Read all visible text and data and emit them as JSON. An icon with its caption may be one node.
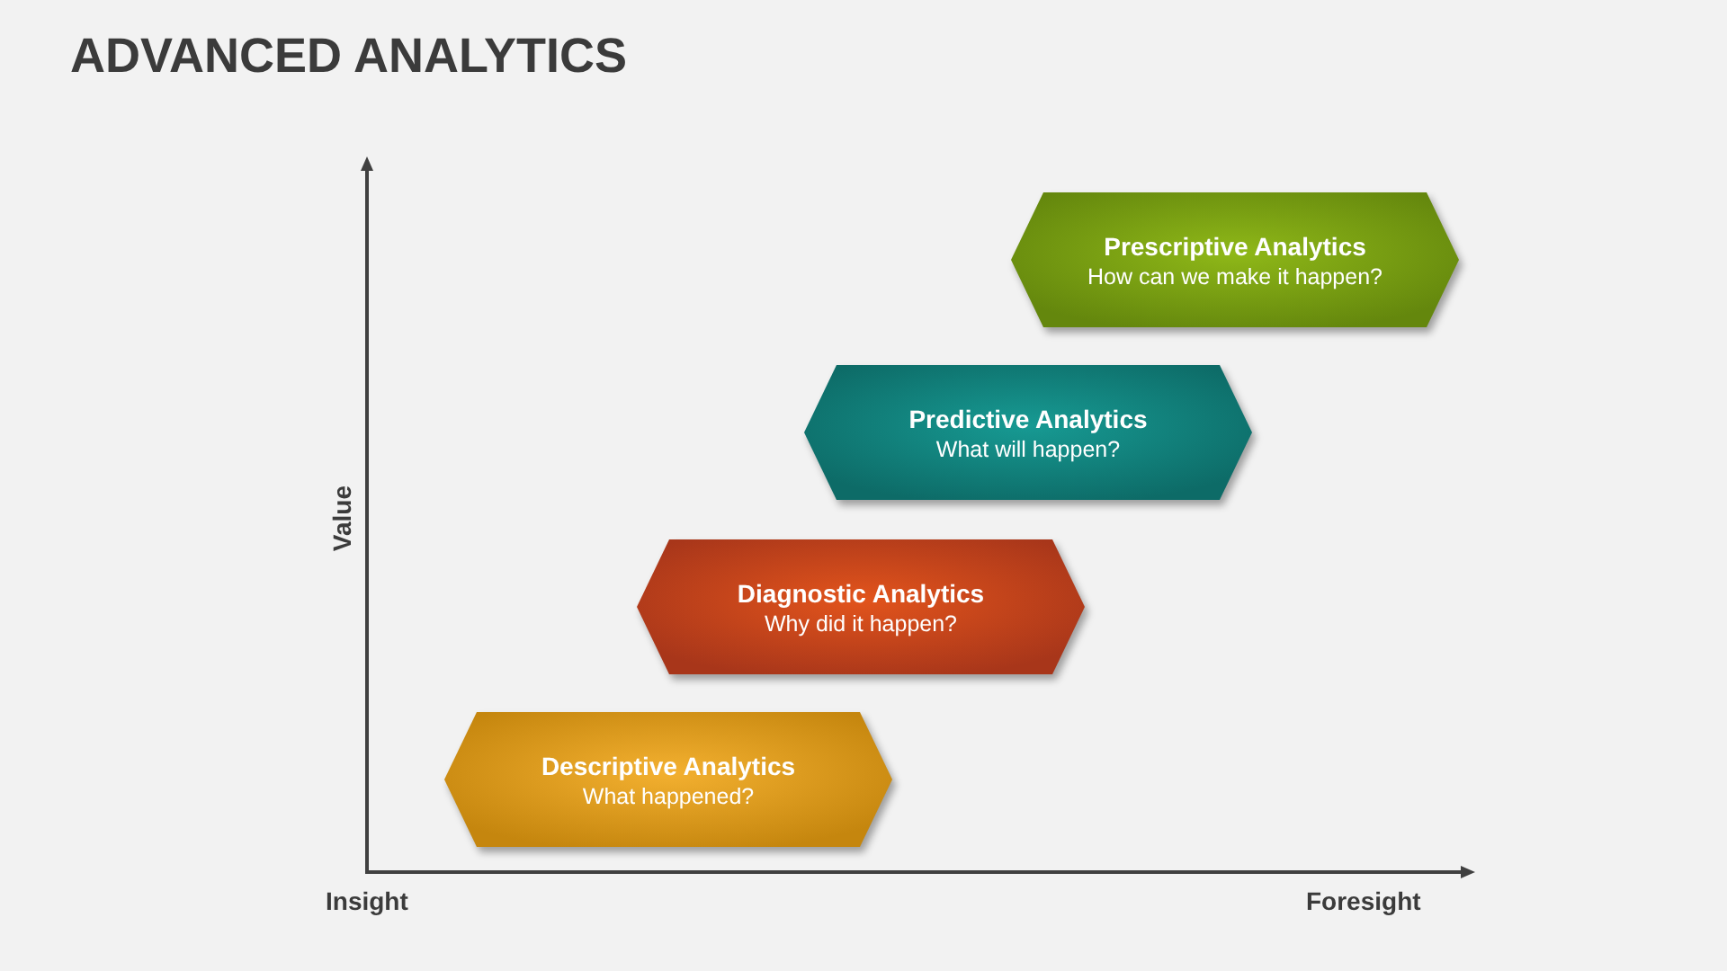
{
  "diagram": {
    "title": "ADVANCED ANALYTICS",
    "nodes": [
      {
        "text": [
          "Prescriptive Analytics",
          "How can we make it happen?"
        ]
      },
      {
        "text": [
          "Predictive Analytics",
          "What will happen?"
        ]
      },
      {
        "text": [
          "Diagnostic Analytics",
          "Why did it happen?"
        ]
      },
      {
        "text": [
          "Descriptive Analytics",
          "What happened?"
        ]
      }
    ],
    "labels": [
      "Value",
      "Insight",
      "Foresight"
    ]
  }
}
